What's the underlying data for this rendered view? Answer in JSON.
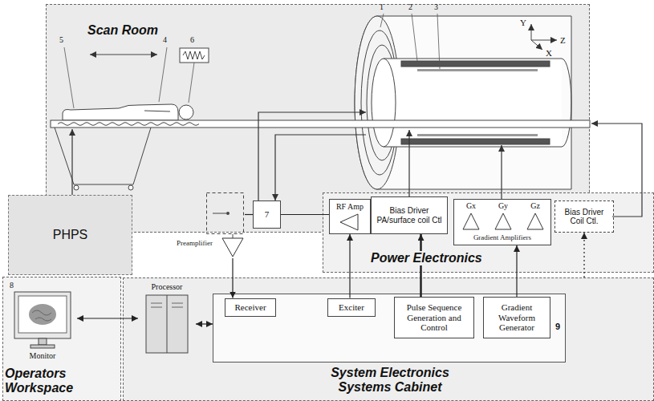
{
  "diagram": {
    "nodes": [
      {
        "text": [
          "Scan Room"
        ]
      },
      {
        "text": [
          "7"
        ],
        "in": 0
      },
      {
        "text": [
          "PHPS"
        ]
      },
      {
        "text": [
          "Preamplifier"
        ]
      },
      {
        "text": [
          "Power Electronics"
        ]
      },
      {
        "text": [
          "RF Amp"
        ],
        "in": 4
      },
      {
        "text": [
          "Bias Driver PA/surface coil Ctl"
        ],
        "in": 4
      },
      {
        "text": [
          "Gx",
          "Gy",
          "Gz",
          "Gradient Amplifiers"
        ],
        "in": 4
      },
      {
        "text": [
          "Bias Driver Coil Ctl."
        ],
        "in": 4
      },
      {
        "text": [
          "Operators Workspace"
        ]
      },
      {
        "text": [
          "8",
          "Monitor"
        ],
        "in": 9
      },
      {
        "text": [
          "System Electronics Systems Cabinet"
        ]
      },
      {
        "text": [
          "Processor"
        ],
        "in": 11
      },
      {
        "text": [
          "9"
        ],
        "in": 11
      },
      {
        "text": [
          "Receiver"
        ],
        "in": 13
      },
      {
        "text": [
          "Exciter"
        ],
        "in": 13
      },
      {
        "text": [
          "Pulse Sequence Generation and Control"
        ],
        "in": 13
      },
      {
        "text": [
          "Gradient Waveform Generator"
        ],
        "in": 13
      }
    ],
    "edges": [
      {
        "from": 3,
        "to": 14,
        "arrow": "to"
      },
      {
        "from": 3,
        "to": 1,
        "arrow": "none"
      },
      {
        "from": 5,
        "to": 1,
        "arrow": "none"
      },
      {
        "from": 15,
        "to": 5,
        "arrow": "to"
      },
      {
        "from": 16,
        "to": 6,
        "arrow": "to"
      },
      {
        "from": 17,
        "to": 7,
        "arrow": "to"
      },
      {
        "from": 11,
        "to": 8,
        "arrow": "to"
      },
      {
        "from": 10,
        "to": 12,
        "arrow": "both"
      },
      {
        "from": 12,
        "to": 13,
        "arrow": "both"
      }
    ],
    "labels": [
      "1",
      "2",
      "3",
      "Y",
      "5",
      "4",
      "6",
      "Z",
      "X"
    ]
  }
}
